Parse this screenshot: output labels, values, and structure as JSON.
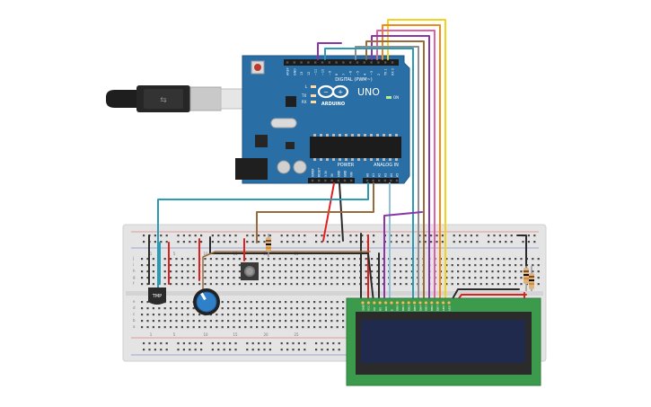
{
  "arduino": {
    "brand": "ARDUINO",
    "model": "UNO",
    "digital_label": "DIGITAL (PWM~)",
    "power_label": "POWER",
    "analog_label": "ANALOG IN",
    "on_label": "ON",
    "tx_label": "TX",
    "rx_label": "RX",
    "l_label": "L",
    "digital_pins": [
      "AREF",
      "GND",
      "13",
      "12",
      "~11",
      "~10",
      "~9",
      "8",
      "7",
      "~6",
      "~5",
      "4",
      "~3",
      "2",
      "TX 1",
      "RX 0"
    ],
    "power_pins": [
      "IOREF",
      "RESET",
      "3.3V",
      "5V",
      "GND",
      "GND",
      "VIN"
    ],
    "analog_pins": [
      "A0",
      "A1",
      "A2",
      "A3",
      "A4",
      "A5"
    ]
  },
  "breadboard": {
    "column_numbers": [
      "1",
      "5",
      "10",
      "15",
      "20",
      "25"
    ],
    "row_letters_top": [
      "j",
      "i",
      "h",
      "g",
      "f"
    ],
    "row_letters_bottom": [
      "e",
      "d",
      "c",
      "b",
      "a"
    ]
  },
  "sensor": {
    "label": "TMP"
  },
  "lcd": {
    "pin_labels": [
      "GND",
      "VCC",
      "V0",
      "RS",
      "RW",
      "E",
      "DB0",
      "DB1",
      "DB2",
      "DB3",
      "DB4",
      "DB5",
      "DB6",
      "DB7",
      "LED",
      "LED"
    ]
  },
  "colors": {
    "board": "#2a6ea6",
    "breadboard": "#e4e4e4",
    "lcd_pcb": "#3c9a4c",
    "lcd_screen": "#1f2a4d",
    "wire_red": "#e0201e",
    "wire_black": "#2b2b2b",
    "wire_teal": "#2a9ab5",
    "wire_brown": "#9a6b3a",
    "wire_purple": "#8a35a8",
    "wire_orange": "#f08a19",
    "wire_pink": "#e060a8",
    "wire_yellow": "#f2d21a",
    "wire_gray": "#8e8e8e",
    "wire_light": "#8fc2d8"
  },
  "icons": {
    "usb": "usb-cable-icon",
    "logo": "arduino-infinity-logo-icon",
    "reset": "reset-button-icon",
    "pot": "potentiometer-icon",
    "pushbutton": "pushbutton-icon"
  }
}
